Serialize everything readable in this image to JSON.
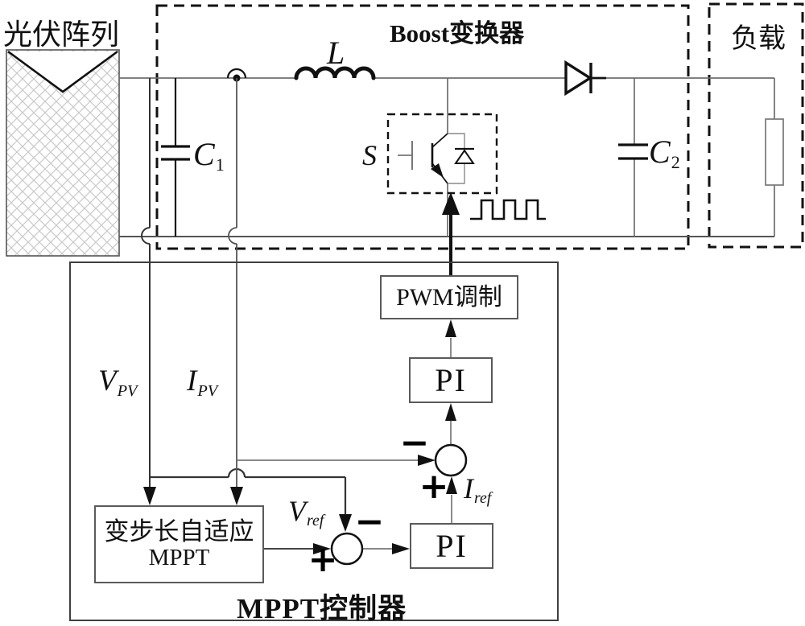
{
  "pv_array": {
    "label": "光伏阵列"
  },
  "boost": {
    "title": "Boost变换器",
    "inductor_label": "L",
    "switch_label": "S",
    "cap1": {
      "base": "C",
      "sub": "1"
    },
    "cap2": {
      "base": "C",
      "sub": "2"
    }
  },
  "load": {
    "title": "负载"
  },
  "controller": {
    "title": "MPPT控制器",
    "pwm_block": "PWM调制",
    "pi_current": "PI",
    "pi_voltage": "PI",
    "algorithm_line1": "变步长自适应",
    "algorithm_line2": "MPPT",
    "signals": {
      "v_pv": {
        "base": "V",
        "sub": "PV"
      },
      "i_pv": {
        "base": "I",
        "sub": "PV"
      },
      "v_ref": {
        "base": "V",
        "sub": "ref"
      },
      "i_ref": {
        "base": "I",
        "sub": "ref"
      }
    },
    "sum_current": {
      "minus": "−",
      "plus": "+"
    },
    "sum_voltage": {
      "minus": "−",
      "plus": "+"
    }
  },
  "colors": {
    "ink": "#111111",
    "wire": "#6e6e6e",
    "box_border": "#5a5a5a",
    "hatch": "#c9c9c9",
    "background": "#ffffff"
  }
}
